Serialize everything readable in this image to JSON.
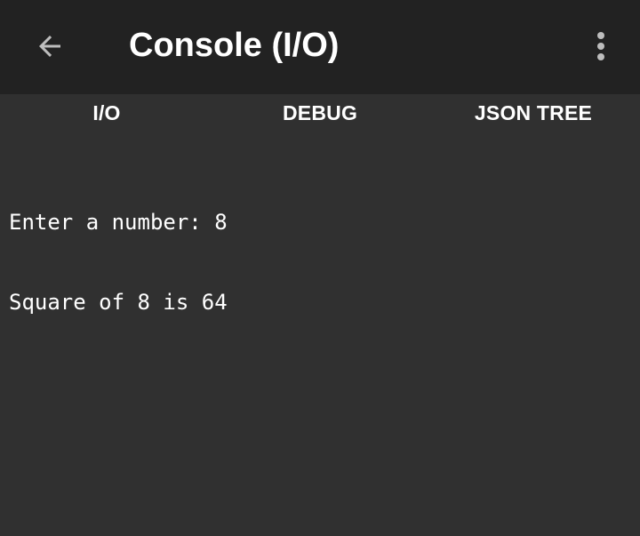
{
  "app_bar": {
    "back_icon": "arrow-left-icon",
    "title": "Console (I/O)",
    "overflow_icon": "more-vert-icon"
  },
  "tabs": [
    {
      "label": "I/O"
    },
    {
      "label": "DEBUG"
    },
    {
      "label": "JSON TREE"
    }
  ],
  "console": {
    "lines": [
      "Enter a number: 8",
      "Square of 8 is 64"
    ]
  },
  "colors": {
    "app_bar_background": "#222222",
    "content_background": "#303030",
    "text": "#ffffff",
    "icon": "#bdbdbd"
  }
}
